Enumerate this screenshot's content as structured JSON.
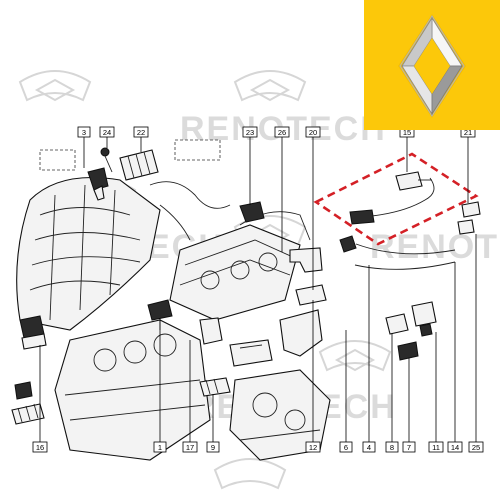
{
  "watermark": {
    "text": "RENOTECH"
  },
  "brand": {
    "background_color": "#fcc80a",
    "logo_name": "renault-diamond-logo"
  },
  "highlight": {
    "color": "#d42026",
    "target_part": "15"
  },
  "callouts": [
    "3",
    "24",
    "22",
    "23",
    "26",
    "20",
    "15",
    "21",
    "16",
    "1",
    "17",
    "9",
    "12",
    "6",
    "4",
    "8",
    "7",
    "11",
    "14",
    "25"
  ]
}
